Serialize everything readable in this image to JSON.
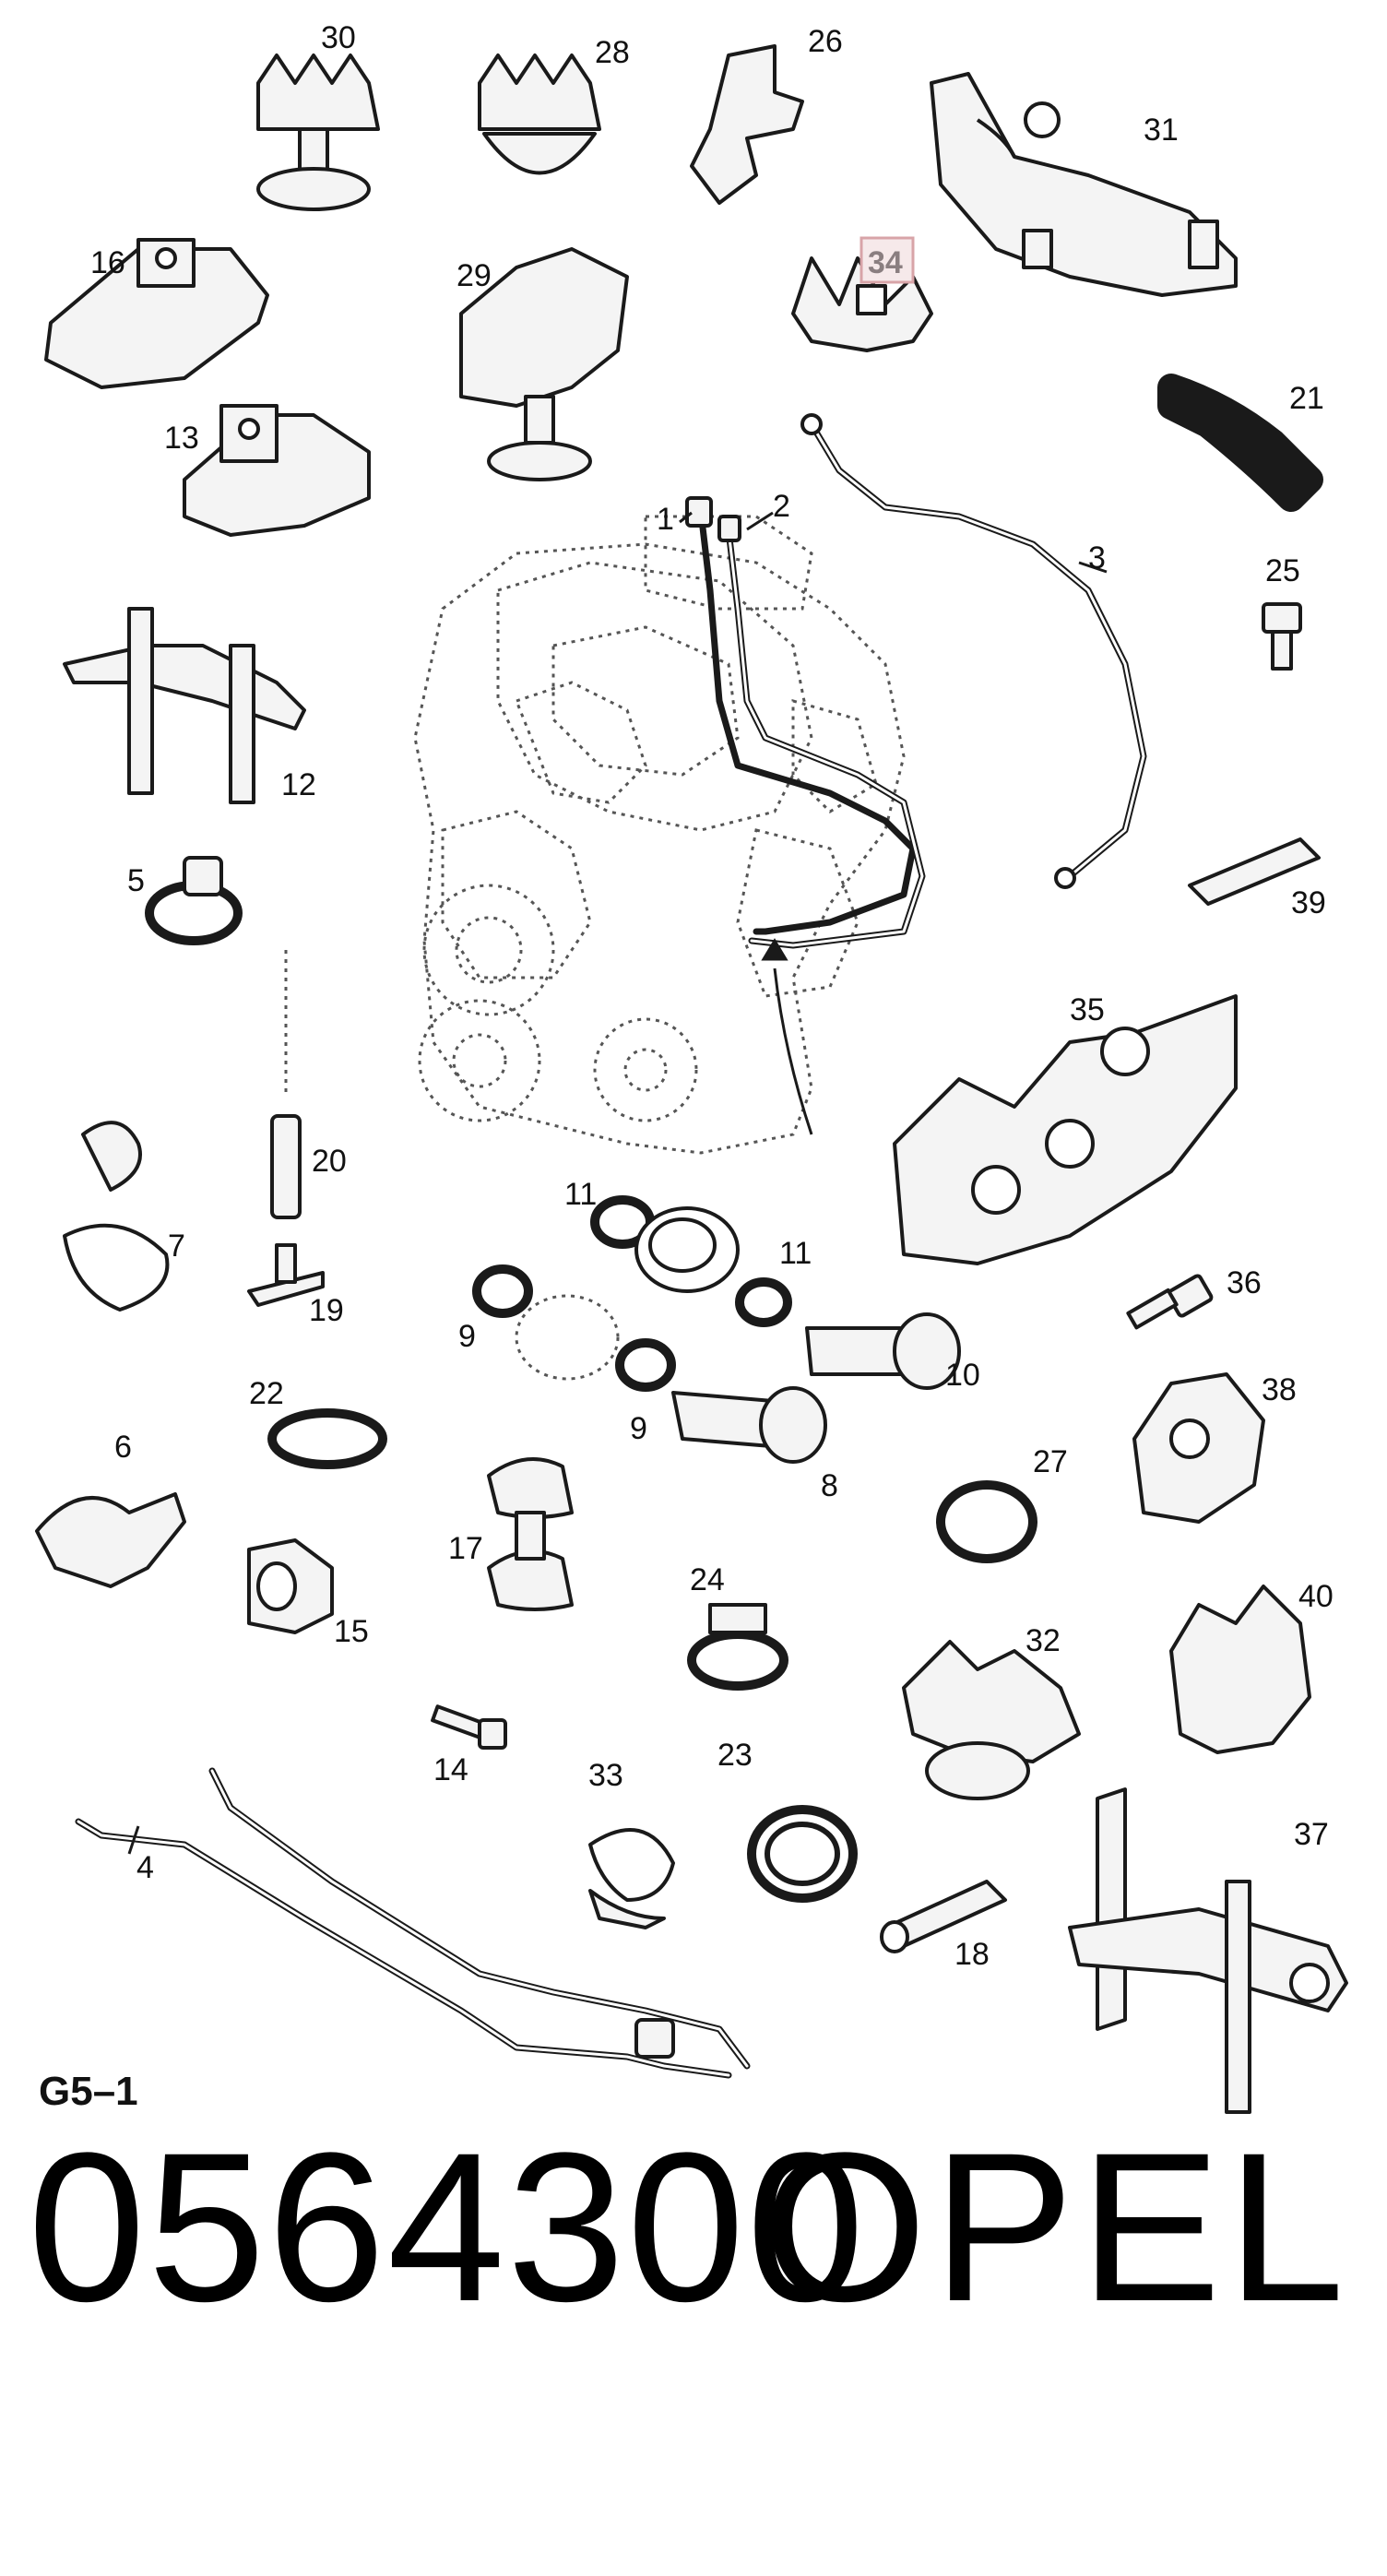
{
  "diagram": {
    "sheet_code": "G5–1",
    "highlighted_part": "34",
    "callouts": [
      "1",
      "2",
      "3",
      "4",
      "5",
      "6",
      "7",
      "8",
      "9",
      "10",
      "11",
      "12",
      "13",
      "14",
      "15",
      "16",
      "17",
      "18",
      "19",
      "20",
      "21",
      "22",
      "23",
      "24",
      "25",
      "26",
      "27",
      "28",
      "29",
      "30",
      "31",
      "32",
      "33",
      "34",
      "35",
      "36",
      "37",
      "38",
      "39",
      "40"
    ]
  },
  "footer": {
    "part_number": "0564300",
    "brand": "OPEL"
  }
}
